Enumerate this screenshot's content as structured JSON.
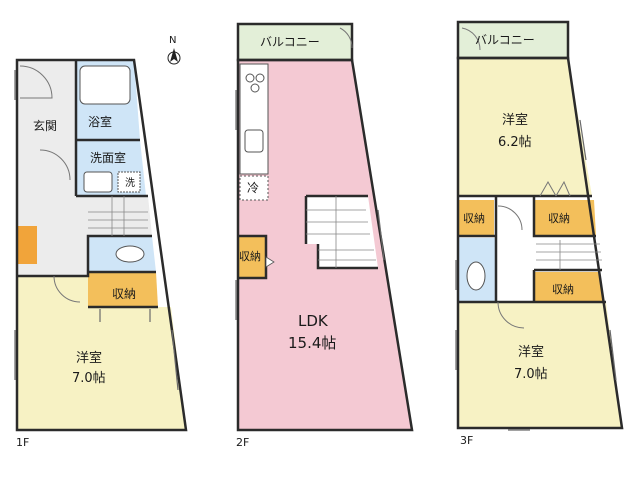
{
  "compass": {
    "label": "N"
  },
  "floors": [
    {
      "label": "1F",
      "rooms": {
        "entrance": "玄関",
        "bathroom": "浴室",
        "washroom": "洗面室",
        "washer": "洗",
        "storage": "収納",
        "bedroom_name": "洋室",
        "bedroom_size": "7.0帖"
      }
    },
    {
      "label": "2F",
      "rooms": {
        "balcony": "バルコニー",
        "fridge": "冷",
        "storage": "収納",
        "ldk_name": "LDK",
        "ldk_size": "15.4帖"
      }
    },
    {
      "label": "3F",
      "rooms": {
        "balcony": "バルコニー",
        "bedroom1_name": "洋室",
        "bedroom1_size": "6.2帖",
        "storage_left": "収納",
        "storage_right": "収納",
        "storage_lower": "収納",
        "bedroom2_name": "洋室",
        "bedroom2_size": "7.0帖"
      }
    }
  ],
  "colors": {
    "bedroom": "#f7f2c4",
    "ldk": "#f4c9d3",
    "storage": "#f3bf5b",
    "wet": "#cfe5f7",
    "entrance": "#ececec",
    "balcony": "#e3efd8",
    "accent": "#f1a43a"
  }
}
